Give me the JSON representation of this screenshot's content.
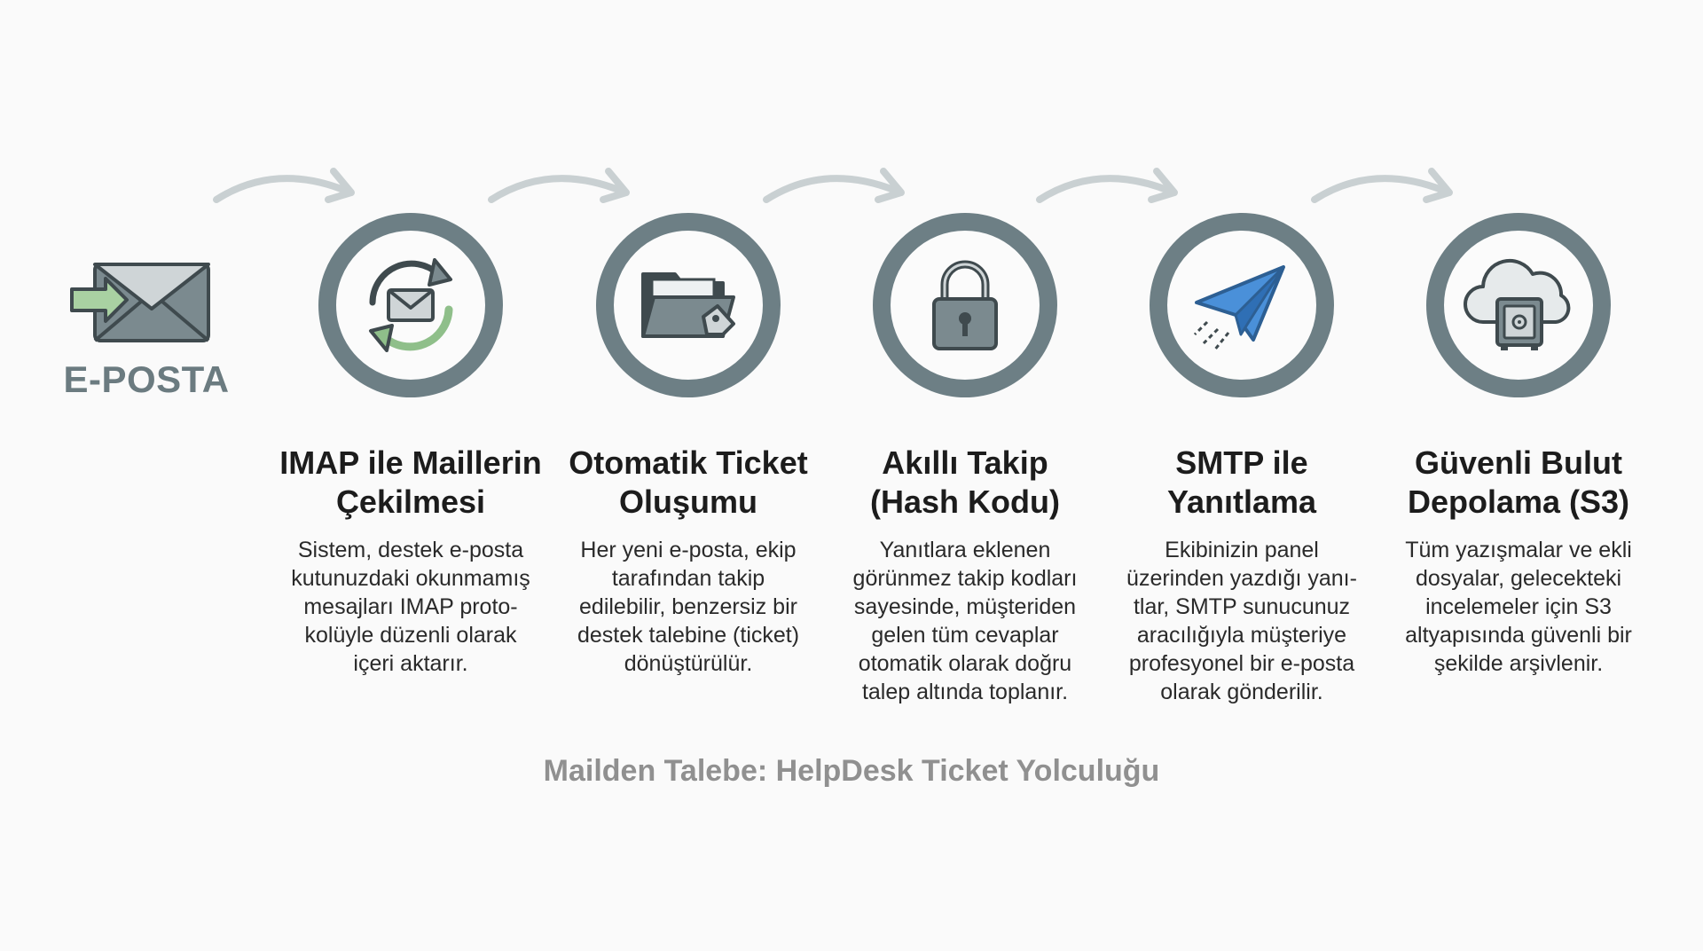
{
  "source": {
    "label": "E-POSTA",
    "icon": "envelope-arrow-icon"
  },
  "steps": [
    {
      "icon": "sync-envelope-icon",
      "title": "IMAP ile Maillerin\nÇekilmesi",
      "description": "Sistem, destek e-posta\nkutunuzdaki okunmamış\nmesajları IMAP proto-\nkolüyle düzenli olarak\niçeri aktarır."
    },
    {
      "icon": "folder-tag-icon",
      "title": "Otomatik Ticket\nOluşumu",
      "description": "Her yeni e-posta, ekip\ntarafından takip\nedilebilir, benzersiz bir\ndestek talebine (ticket)\ndönüştürülür."
    },
    {
      "icon": "padlock-icon",
      "title": "Akıllı Takip\n(Hash Kodu)",
      "description": "Yanıtlara eklenen\ngörünmez takip kodları\nsayesinde, müşteriden\ngelen tüm cevaplar\notomatik olarak doğru\ntalep altında toplanır."
    },
    {
      "icon": "paper-plane-icon",
      "title": "SMTP ile\nYanıtlama",
      "description": "Ekibinizin panel\nüzerinden yazdığı yanı-\ntlar, SMTP sunucunuz\naracılığıyla müşteriye\nprofesyonel bir e-posta\nolarak gönderilir."
    },
    {
      "icon": "cloud-safe-icon",
      "title": "Güvenli Bulut\nDepolama (S3)",
      "description": "Tüm yazışmalar ve ekli\ndosyalar, gelecekteki\nincelemeler için S3\naltyapısında güvenli bir\nşekilde arşivlenir."
    }
  ],
  "caption": "Mailden Talebe: HelpDesk Ticket Yolculuğu",
  "colors": {
    "ring": "#6d7f85",
    "arrow": "#c9d0d2",
    "green": "#8fbf8a",
    "blue": "#4a90d9",
    "caption": "#909090"
  }
}
